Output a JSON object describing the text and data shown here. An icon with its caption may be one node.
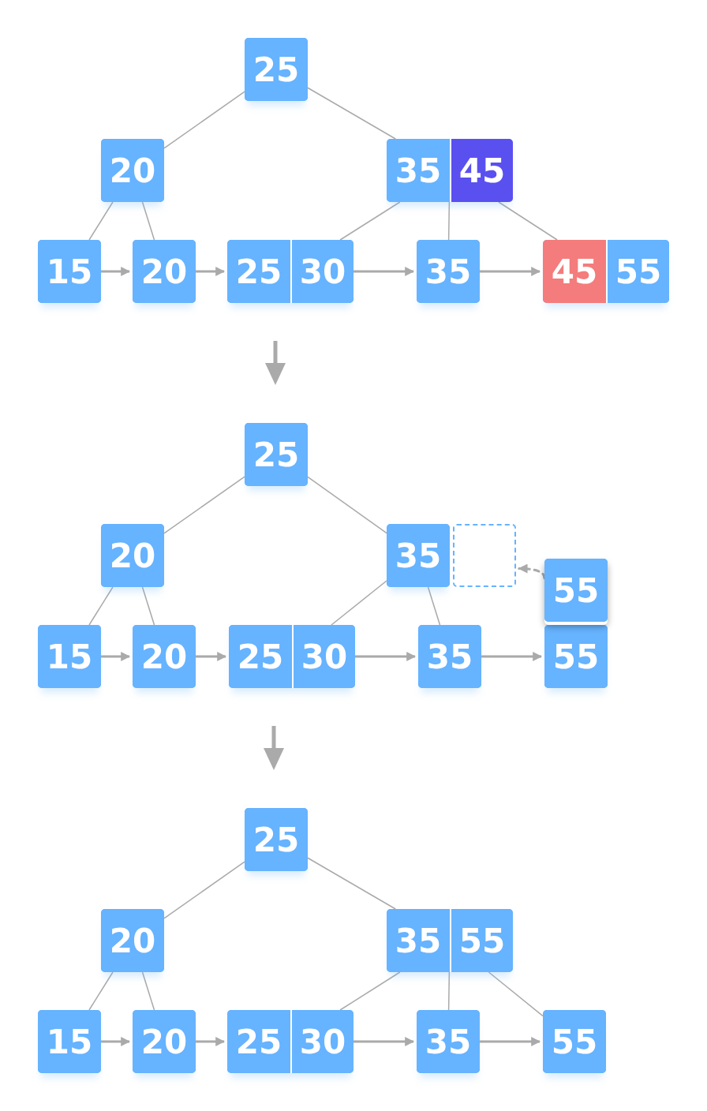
{
  "diagram": {
    "nodes": [
      {
        "text": [
          "25"
        ]
      },
      {
        "text": [
          "20"
        ]
      },
      {
        "text": [
          "35",
          "45"
        ]
      },
      {
        "text": [
          "15"
        ]
      },
      {
        "text": [
          "20"
        ]
      },
      {
        "text": [
          "25",
          "30"
        ]
      },
      {
        "text": [
          "35"
        ]
      },
      {
        "text": [
          "45",
          "55"
        ]
      },
      {
        "text": [
          "25"
        ]
      },
      {
        "text": [
          "20"
        ]
      },
      {
        "text": [
          "35"
        ]
      },
      {
        "text": [],
        "shape": "box"
      },
      {
        "text": [
          "55"
        ]
      },
      {
        "text": [
          "15"
        ]
      },
      {
        "text": [
          "20"
        ]
      },
      {
        "text": [
          "25",
          "30"
        ]
      },
      {
        "text": [
          "35"
        ]
      },
      {
        "text": [
          "55"
        ]
      },
      {
        "text": [
          "25"
        ]
      },
      {
        "text": [
          "20"
        ]
      },
      {
        "text": [
          "35",
          "55"
        ]
      },
      {
        "text": [
          "15"
        ]
      },
      {
        "text": [
          "20"
        ]
      },
      {
        "text": [
          "25",
          "30"
        ]
      },
      {
        "text": [
          "35"
        ]
      },
      {
        "text": [
          "55"
        ]
      }
    ],
    "edges": [
      {
        "from": 0,
        "to": 1,
        "arrow": "none"
      },
      {
        "from": 0,
        "to": 2,
        "arrow": "none"
      },
      {
        "from": 1,
        "to": 3,
        "arrow": "none"
      },
      {
        "from": 1,
        "to": 4,
        "arrow": "none"
      },
      {
        "from": 2,
        "to": 5,
        "arrow": "none"
      },
      {
        "from": 2,
        "to": 6,
        "arrow": "none"
      },
      {
        "from": 2,
        "to": 7,
        "arrow": "none"
      },
      {
        "from": 3,
        "to": 4,
        "arrow": "to"
      },
      {
        "from": 4,
        "to": 5,
        "arrow": "to"
      },
      {
        "from": 5,
        "to": 6,
        "arrow": "to"
      },
      {
        "from": 6,
        "to": 7,
        "arrow": "to"
      },
      {
        "from": 8,
        "to": 9,
        "arrow": "none"
      },
      {
        "from": 8,
        "to": 10,
        "arrow": "none"
      },
      {
        "from": 9,
        "to": 13,
        "arrow": "none"
      },
      {
        "from": 9,
        "to": 14,
        "arrow": "none"
      },
      {
        "from": 10,
        "to": 15,
        "arrow": "none"
      },
      {
        "from": 10,
        "to": 16,
        "arrow": "none"
      },
      {
        "from": 12,
        "to": 11,
        "arrow": "to",
        "style": "dashed"
      },
      {
        "from": 13,
        "to": 14,
        "arrow": "to"
      },
      {
        "from": 14,
        "to": 15,
        "arrow": "to"
      },
      {
        "from": 15,
        "to": 16,
        "arrow": "to"
      },
      {
        "from": 16,
        "to": 17,
        "arrow": "to"
      },
      {
        "from": 18,
        "to": 19,
        "arrow": "none"
      },
      {
        "from": 18,
        "to": 20,
        "arrow": "none"
      },
      {
        "from": 19,
        "to": 21,
        "arrow": "none"
      },
      {
        "from": 19,
        "to": 22,
        "arrow": "none"
      },
      {
        "from": 20,
        "to": 23,
        "arrow": "none"
      },
      {
        "from": 20,
        "to": 24,
        "arrow": "none"
      },
      {
        "from": 20,
        "to": 25,
        "arrow": "none"
      },
      {
        "from": 21,
        "to": 22,
        "arrow": "to"
      },
      {
        "from": 22,
        "to": 23,
        "arrow": "to"
      },
      {
        "from": 23,
        "to": 24,
        "arrow": "to"
      },
      {
        "from": 24,
        "to": 25,
        "arrow": "to"
      }
    ]
  }
}
